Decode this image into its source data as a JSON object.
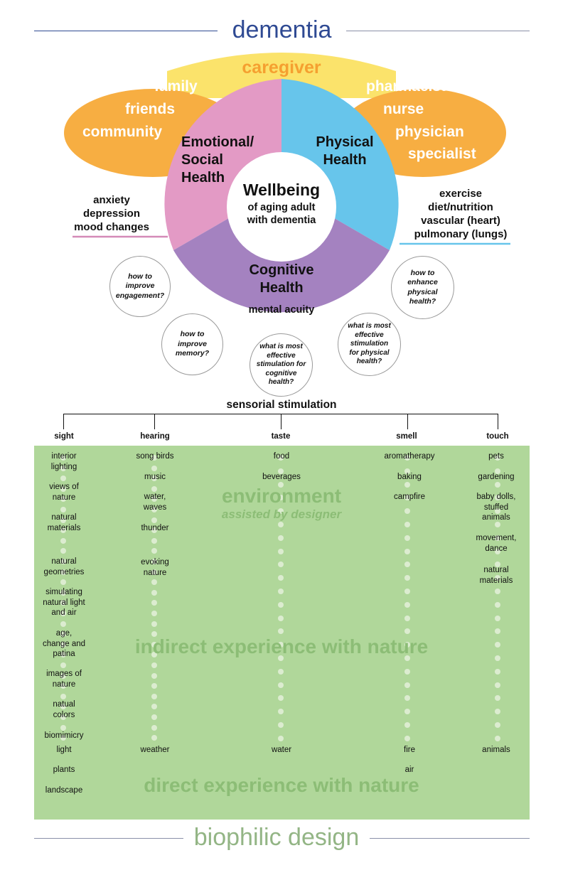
{
  "title": "dementia",
  "footer_title": "biophilic design",
  "colors": {
    "title_blue": "#2f4a93",
    "footer_green": "#93b585",
    "oval_orange": "#f7ae42",
    "caregiver_yellow": "#fbe36b",
    "caregiver_text": "#f5a030",
    "emotional_pink": "#e39ac5",
    "physical_blue": "#67c5eb",
    "cognitive_purple": "#a482c0",
    "green_panel": "#b0d79a",
    "watermark_green": "#8cbd76"
  },
  "caregiver": {
    "label": "caregiver"
  },
  "left_oval": {
    "items": [
      "family",
      "friends",
      "community"
    ]
  },
  "right_oval": {
    "items": [
      "pharmacist",
      "nurse",
      "physician",
      "specialist"
    ]
  },
  "wheel": {
    "center_title": "Wellbeing",
    "center_subtitle_line1": "of aging adult",
    "center_subtitle_line2": "with dementia",
    "emotional": {
      "line1": "Emotional/",
      "line2": "Social",
      "line3": "Health"
    },
    "physical": {
      "line1": "Physical",
      "line2": "Health"
    },
    "cognitive": {
      "line1": "Cognitive",
      "line2": "Health",
      "sub": "mental acuity"
    }
  },
  "left_notes": [
    "anxiety",
    "depression",
    "mood changes"
  ],
  "right_notes": [
    "exercise",
    "diet/nutrition",
    "vascular (heart)",
    "pulmonary (lungs)"
  ],
  "questions": [
    "how to\nimprove\nengagement?",
    "how to\nimprove\nmemory?",
    "what is most\neffective\nstimulation for\ncognitive\nhealth?",
    "what is most\neffective\nstimulation\nfor physical\nhealth?",
    "how to\nenhance\nphysical\nhealth?"
  ],
  "stimulation": {
    "title": "sensorial stimulation",
    "senses": [
      {
        "name": "sight",
        "items": [
          "interior\nlighting",
          "views of\nnature",
          "natural\nmaterials",
          "natural\ngeometries",
          "simulating\nnatural light\nand air",
          "age,\nchange and\npatina",
          "images of\nnature",
          "natual\ncolors",
          "biomimicry",
          "light",
          "plants",
          "landscape"
        ]
      },
      {
        "name": "hearing",
        "items": [
          "song birds",
          "music",
          "water,\nwaves",
          "thunder",
          "evoking\nnature",
          "weather"
        ]
      },
      {
        "name": "taste",
        "items": [
          "food",
          "beverages",
          "water"
        ]
      },
      {
        "name": "smell",
        "items": [
          "aromatherapy",
          "baking",
          "campfire",
          "fire",
          "air"
        ]
      },
      {
        "name": "touch",
        "items": [
          "pets",
          "gardening",
          "baby dolls,\nstuffed\nanimals",
          "movement,\ndance",
          "natural\nmaterials",
          "animals"
        ]
      }
    ]
  },
  "bands": {
    "environment": "environment",
    "environment_sub": "assisted by designer",
    "indirect": "indirect experience with nature",
    "direct": "direct experience with nature"
  }
}
